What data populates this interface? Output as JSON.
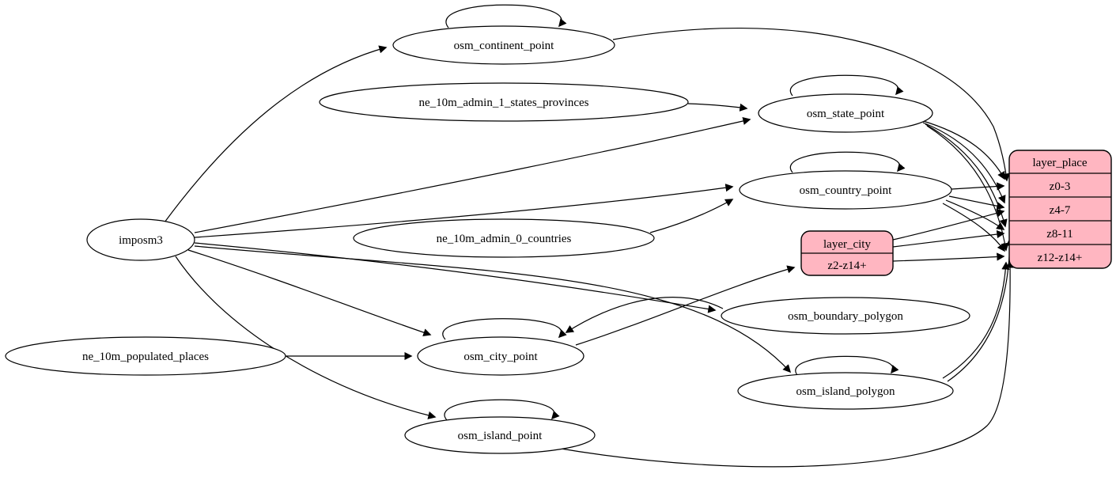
{
  "diagram": {
    "type": "etl-graph",
    "colors": {
      "record_fill": "#ffb6c1",
      "ellipse_fill": "#ffffff",
      "stroke": "#000000"
    },
    "nodes": {
      "imposm3": {
        "label": "imposm3"
      },
      "osm_continent_point": {
        "label": "osm_continent_point"
      },
      "ne_10m_admin_1_states_provinces": {
        "label": "ne_10m_admin_1_states_provinces"
      },
      "osm_state_point": {
        "label": "osm_state_point"
      },
      "osm_country_point": {
        "label": "osm_country_point"
      },
      "ne_10m_admin_0_countries": {
        "label": "ne_10m_admin_0_countries"
      },
      "layer_city": {
        "title": "layer_city",
        "rows": [
          "z2-z14+"
        ]
      },
      "osm_boundary_polygon": {
        "label": "osm_boundary_polygon"
      },
      "osm_city_point": {
        "label": "osm_city_point"
      },
      "ne_10m_populated_places": {
        "label": "ne_10m_populated_places"
      },
      "osm_island_polygon": {
        "label": "osm_island_polygon"
      },
      "osm_island_point": {
        "label": "osm_island_point"
      },
      "layer_place": {
        "title": "layer_place",
        "rows": [
          "z0-3",
          "z4-7",
          "z8-11",
          "z12-z14+"
        ]
      }
    },
    "edges": [
      {
        "from": "imposm3",
        "to": "osm_continent_point"
      },
      {
        "from": "imposm3",
        "to": "osm_state_point"
      },
      {
        "from": "imposm3",
        "to": "osm_country_point"
      },
      {
        "from": "imposm3",
        "to": "osm_boundary_polygon"
      },
      {
        "from": "imposm3",
        "to": "osm_city_point"
      },
      {
        "from": "imposm3",
        "to": "osm_island_point"
      },
      {
        "from": "imposm3",
        "to": "osm_island_polygon"
      },
      {
        "from": "ne_10m_admin_1_states_provinces",
        "to": "osm_state_point"
      },
      {
        "from": "ne_10m_admin_0_countries",
        "to": "osm_country_point"
      },
      {
        "from": "ne_10m_populated_places",
        "to": "osm_city_point"
      },
      {
        "from": "osm_continent_point",
        "to": "osm_continent_point"
      },
      {
        "from": "osm_state_point",
        "to": "osm_state_point"
      },
      {
        "from": "osm_country_point",
        "to": "osm_country_point"
      },
      {
        "from": "osm_city_point",
        "to": "osm_city_point"
      },
      {
        "from": "osm_island_point",
        "to": "osm_island_point"
      },
      {
        "from": "osm_island_polygon",
        "to": "osm_island_polygon"
      },
      {
        "from": "osm_boundary_polygon",
        "to": "osm_city_point"
      },
      {
        "from": "osm_city_point",
        "to": "layer_city:z2-z14+"
      },
      {
        "from": "osm_continent_point",
        "to": "layer_place:z0-3"
      },
      {
        "from": "osm_state_point",
        "to": "layer_place:z0-3"
      },
      {
        "from": "osm_state_point",
        "to": "layer_place:z4-7"
      },
      {
        "from": "osm_state_point",
        "to": "layer_place:z8-11"
      },
      {
        "from": "osm_state_point",
        "to": "layer_place:z12-z14+"
      },
      {
        "from": "osm_country_point",
        "to": "layer_place:z0-3"
      },
      {
        "from": "osm_country_point",
        "to": "layer_place:z4-7"
      },
      {
        "from": "osm_country_point",
        "to": "layer_place:z8-11"
      },
      {
        "from": "osm_country_point",
        "to": "layer_place:z12-z14+"
      },
      {
        "from": "layer_city",
        "to": "layer_place:z4-7"
      },
      {
        "from": "layer_city",
        "to": "layer_place:z8-11"
      },
      {
        "from": "layer_city",
        "to": "layer_place:z12-z14+"
      },
      {
        "from": "osm_island_polygon",
        "to": "layer_place:z8-11"
      },
      {
        "from": "osm_island_polygon",
        "to": "layer_place:z12-z14+"
      },
      {
        "from": "osm_island_point",
        "to": "layer_place:z12-z14+"
      }
    ]
  }
}
